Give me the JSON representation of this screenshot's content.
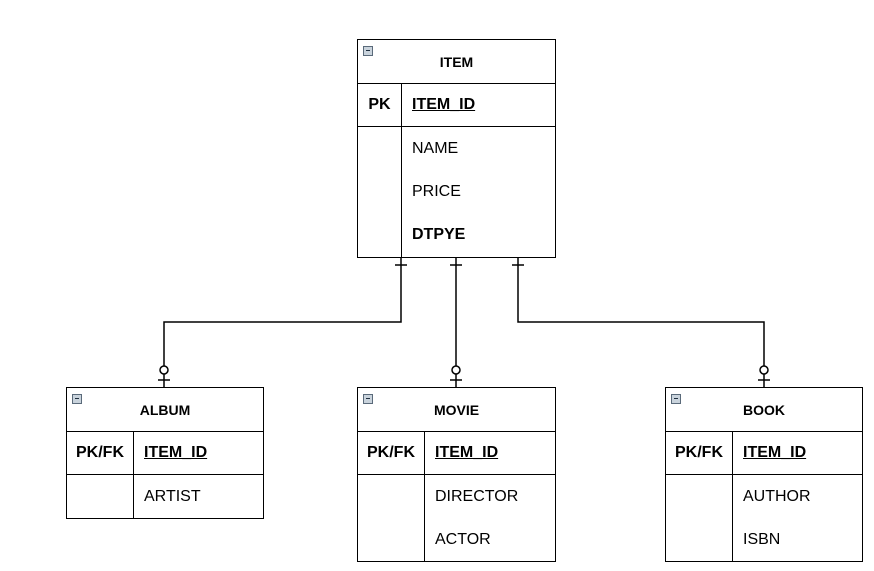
{
  "entities": {
    "item": {
      "title": "ITEM",
      "key_label": "PK",
      "key_attr": "ITEM_ID",
      "attributes": [
        "NAME",
        "PRICE",
        "DTPYE"
      ]
    },
    "album": {
      "title": "ALBUM",
      "key_label": "PK/FK",
      "key_attr": "ITEM_ID",
      "attributes": [
        "ARTIST"
      ]
    },
    "movie": {
      "title": "MOVIE",
      "key_label": "PK/FK",
      "key_attr": "ITEM_ID",
      "attributes": [
        "DIRECTOR",
        "ACTOR"
      ]
    },
    "book": {
      "title": "BOOK",
      "key_label": "PK/FK",
      "key_attr": "ITEM_ID",
      "attributes": [
        "AUTHOR",
        "ISBN"
      ]
    }
  },
  "relationships": [
    {
      "from": "ITEM",
      "to": "ALBUM",
      "from_end": "one",
      "to_end": "zero-or-one"
    },
    {
      "from": "ITEM",
      "to": "MOVIE",
      "from_end": "one",
      "to_end": "zero-or-one"
    },
    {
      "from": "ITEM",
      "to": "BOOK",
      "from_end": "one",
      "to_end": "zero-or-one"
    }
  ],
  "icons": {
    "collapse": "collapse-icon"
  }
}
